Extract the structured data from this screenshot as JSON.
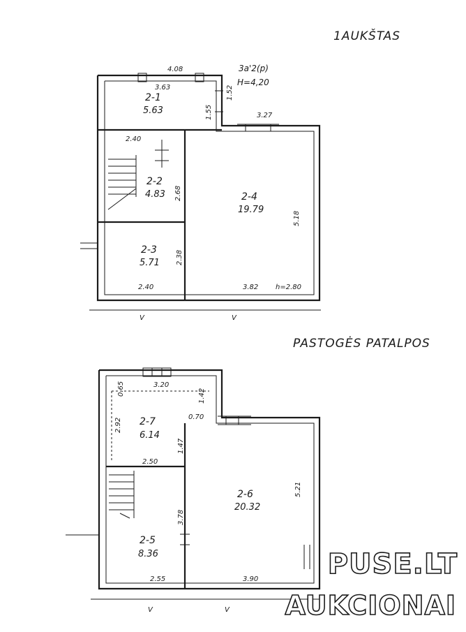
{
  "floors": {
    "first": {
      "title": "1AUKŠTAS",
      "rooms": [
        {
          "id": "2-1",
          "area": "5.63"
        },
        {
          "id": "2-2",
          "area": "4.83"
        },
        {
          "id": "2-3",
          "area": "5.71"
        },
        {
          "id": "2-4",
          "area": "19.79"
        }
      ],
      "notes": {
        "label": "3a'2(p)",
        "height": "H=4,20"
      },
      "dims": [
        "4.08",
        "3.63",
        "1.55",
        "1.52",
        "3.27",
        "2.40",
        "2.68",
        "5.18",
        "2.38",
        "2.40",
        "3.82",
        "h=2.80"
      ]
    },
    "attic": {
      "title": "PASTOGĖS PATALPOS",
      "rooms": [
        {
          "id": "2-7",
          "area": "6.14"
        },
        {
          "id": "2-6",
          "area": "20.32"
        },
        {
          "id": "2-5",
          "area": "8.36"
        }
      ],
      "dims": [
        "3.20",
        "0.65",
        "1.42",
        "2.92",
        "0.70",
        "1.47",
        "2.50",
        "5.21",
        "3.78",
        "2.55",
        "3.90"
      ]
    }
  },
  "watermark": {
    "line1": "PUSE.LT",
    "line2": "AUKCIONAI"
  }
}
